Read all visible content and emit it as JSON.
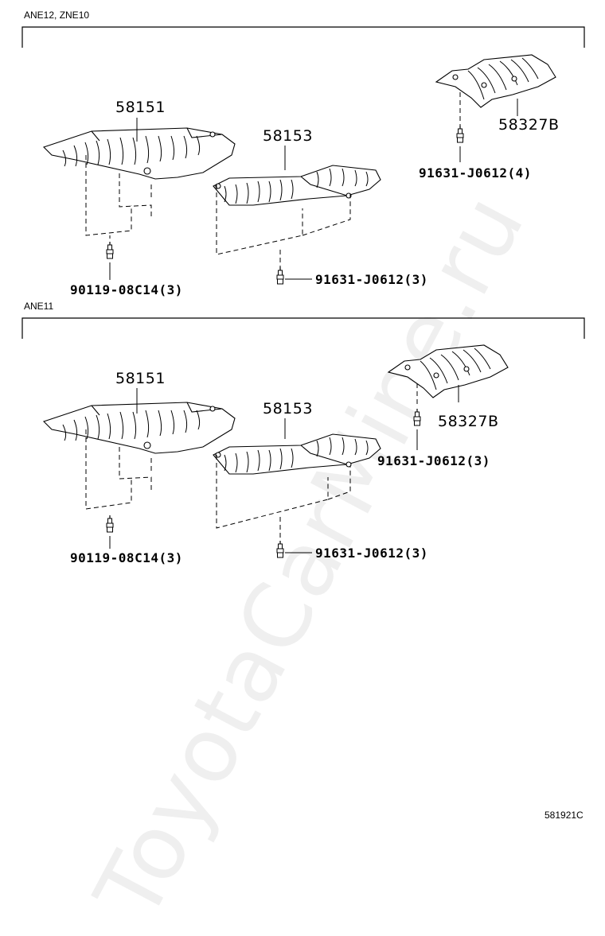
{
  "watermark": "ToyotaCarMine.ru",
  "doc_id": "581921C",
  "sections": [
    {
      "variant": "ANE12, ZNE10",
      "parts": {
        "part_a": "58151",
        "part_b": "58153",
        "part_c": "58327B",
        "bolt_a": "90119-08C14(3)",
        "bolt_b": "91631-J0612(3)",
        "bolt_c": "91631-J0612(4)"
      }
    },
    {
      "variant": "ANE11",
      "parts": {
        "part_a": "58151",
        "part_b": "58153",
        "part_c": "58327B",
        "bolt_a": "90119-08C14(3)",
        "bolt_b": "91631-J0612(3)",
        "bolt_c": "91631-J0612(3)"
      }
    }
  ]
}
